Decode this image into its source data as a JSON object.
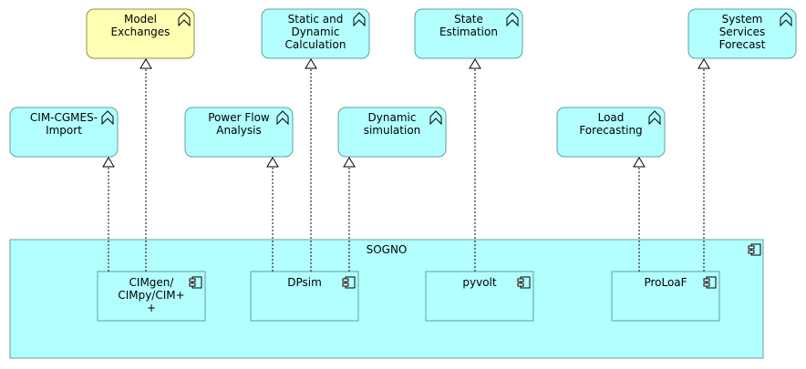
{
  "colors": {
    "function_fill": "#b3ffff",
    "highlight_fill": "#ffffb3",
    "border": "#5f9f9f",
    "highlight_border": "#8f8f4f",
    "line": "#000000"
  },
  "functions": [
    {
      "id": "model-exchanges",
      "lines": [
        "Model",
        "Exchanges"
      ],
      "icon": "function-icon",
      "highlight": true
    },
    {
      "id": "static-dynamic-calculation",
      "lines": [
        "Static and",
        "Dynamic",
        "Calculation"
      ],
      "icon": "function-icon"
    },
    {
      "id": "state-estimation",
      "lines": [
        "State",
        "Estimation"
      ],
      "icon": "function-icon"
    },
    {
      "id": "system-services-forecast",
      "lines": [
        "System",
        "Services",
        "Forecast"
      ],
      "icon": "function-icon"
    },
    {
      "id": "cim-cgmes-import",
      "lines": [
        "CIM-CGMES-",
        "Import"
      ],
      "icon": "function-icon"
    },
    {
      "id": "power-flow-analysis",
      "lines": [
        "Power Flow",
        "Analysis"
      ],
      "icon": "function-icon"
    },
    {
      "id": "dynamic-simulation",
      "lines": [
        "Dynamic",
        "simulation"
      ],
      "icon": "function-icon"
    },
    {
      "id": "load-forecasting",
      "lines": [
        "Load",
        "Forecasting"
      ],
      "icon": "function-icon"
    }
  ],
  "container": {
    "id": "sogno",
    "label": "SOGNO",
    "icon": "component-icon"
  },
  "components": [
    {
      "id": "cimgen",
      "lines": [
        "CIMgen/",
        "CIMpy/CIM+",
        "+"
      ],
      "icon": "component-icon"
    },
    {
      "id": "dpsim",
      "lines": [
        "DPsim"
      ],
      "icon": "component-icon"
    },
    {
      "id": "pyvolt",
      "lines": [
        "pyvolt"
      ],
      "icon": "component-icon"
    },
    {
      "id": "proloaf",
      "lines": [
        "ProLoaF"
      ],
      "icon": "component-icon"
    }
  ],
  "realizations": [
    {
      "from": "cimgen",
      "to": "cim-cgmes-import"
    },
    {
      "from": "cimgen",
      "to": "model-exchanges"
    },
    {
      "from": "dpsim",
      "to": "power-flow-analysis"
    },
    {
      "from": "dpsim",
      "to": "static-dynamic-calculation"
    },
    {
      "from": "dpsim",
      "to": "dynamic-simulation"
    },
    {
      "from": "pyvolt",
      "to": "state-estimation"
    },
    {
      "from": "proloaf",
      "to": "load-forecasting"
    },
    {
      "from": "proloaf",
      "to": "system-services-forecast"
    }
  ]
}
